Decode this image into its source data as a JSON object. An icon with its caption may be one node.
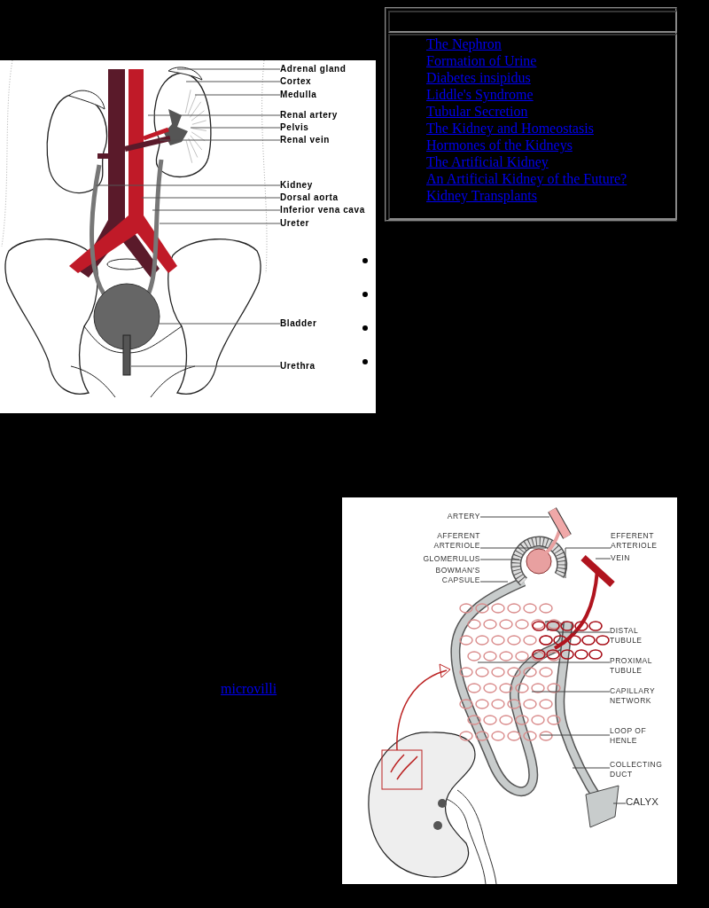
{
  "diagram": {
    "nodes": [
      {
        "text": [],
        "shape": "box"
      },
      {
        "text": [],
        "shape": "box",
        "in": 0
      },
      {
        "text": [
          "The Nephron",
          "Formation of Urine",
          "Diabetes insipidus",
          "Liddle's Syndrome",
          "Tubular Secretion",
          "The Kidney and Homeostasis",
          "Hormones of the Kidneys",
          "The Artificial Kidney",
          "An Artificial Kidney of the Future?",
          "Kidney Transplants"
        ],
        "in": 0
      },
      {
        "text": [],
        "shape": "picture"
      },
      {
        "text": [
          "Adrenal gland"
        ],
        "in": 3
      },
      {
        "text": [
          "Cortex"
        ],
        "in": 3
      },
      {
        "text": [
          "Medulla"
        ],
        "in": 3
      },
      {
        "text": [
          "Renal artery"
        ],
        "in": 3
      },
      {
        "text": [
          "Pelvis"
        ],
        "in": 3
      },
      {
        "text": [
          "Renal vein"
        ],
        "in": 3
      },
      {
        "text": [
          "Kidney"
        ],
        "in": 3
      },
      {
        "text": [
          "Dorsal aorta"
        ],
        "in": 3
      },
      {
        "text": [
          "Inferior vena cava"
        ],
        "in": 3
      },
      {
        "text": [
          "Ureter"
        ],
        "in": 3
      },
      {
        "text": [
          "Bladder"
        ],
        "in": 3
      },
      {
        "text": [
          "Urethra"
        ],
        "in": 3
      },
      {
        "text": [],
        "shape": "picture"
      },
      {
        "text": [
          "ARTERY"
        ],
        "in": 16
      },
      {
        "text": [
          "AFFERENT ARTERIOLE"
        ],
        "in": 16
      },
      {
        "text": [
          "GLOMERULUS"
        ],
        "in": 16
      },
      {
        "text": [
          "BOWMAN'S CAPSULE"
        ],
        "in": 16
      },
      {
        "text": [
          "EFFERENT ARTERIOLE"
        ],
        "in": 16
      },
      {
        "text": [
          "VEIN"
        ],
        "in": 16
      },
      {
        "text": [
          "DISTAL TUBULE"
        ],
        "in": 16
      },
      {
        "text": [
          "PROXIMAL TUBULE"
        ],
        "in": 16
      },
      {
        "text": [
          "CAPILLARY NETWORK"
        ],
        "in": 16
      },
      {
        "text": [
          "LOOP OF HENLE"
        ],
        "in": 16
      },
      {
        "text": [
          "COLLECTING DUCT"
        ],
        "in": 16
      },
      {
        "text": [
          "CALYX"
        ],
        "in": 16
      }
    ],
    "edges": [
      {
        "from": 4,
        "to": null,
        "arrow": "none"
      },
      {
        "from": 5,
        "to": null,
        "arrow": "none"
      },
      {
        "from": 6,
        "to": null,
        "arrow": "none"
      },
      {
        "from": 7,
        "to": null,
        "arrow": "none"
      },
      {
        "from": 8,
        "to": null,
        "arrow": "none"
      },
      {
        "from": 9,
        "to": null,
        "arrow": "none"
      },
      {
        "from": 10,
        "to": null,
        "arrow": "none"
      },
      {
        "from": 11,
        "to": null,
        "arrow": "none"
      },
      {
        "from": 12,
        "to": null,
        "arrow": "none"
      },
      {
        "from": 13,
        "to": null,
        "arrow": "none"
      },
      {
        "from": 14,
        "to": null,
        "arrow": "none"
      },
      {
        "from": 15,
        "to": null,
        "arrow": "none"
      },
      {
        "from": 17,
        "to": null,
        "arrow": "none"
      },
      {
        "from": 18,
        "to": null,
        "arrow": "none"
      },
      {
        "from": 19,
        "to": null,
        "arrow": "none"
      },
      {
        "from": 20,
        "to": null,
        "arrow": "none"
      },
      {
        "from": 21,
        "to": null,
        "arrow": "none"
      },
      {
        "from": 22,
        "to": null,
        "arrow": "none"
      },
      {
        "from": 23,
        "to": null,
        "arrow": "none"
      },
      {
        "from": 24,
        "to": null,
        "arrow": "none"
      },
      {
        "from": 25,
        "to": null,
        "arrow": "none"
      },
      {
        "from": 26,
        "to": null,
        "arrow": "none"
      },
      {
        "from": 27,
        "to": null,
        "arrow": "none"
      },
      {
        "from": 28,
        "to": null,
        "arrow": "none"
      }
    ],
    "labels": [
      "microvilli"
    ]
  }
}
